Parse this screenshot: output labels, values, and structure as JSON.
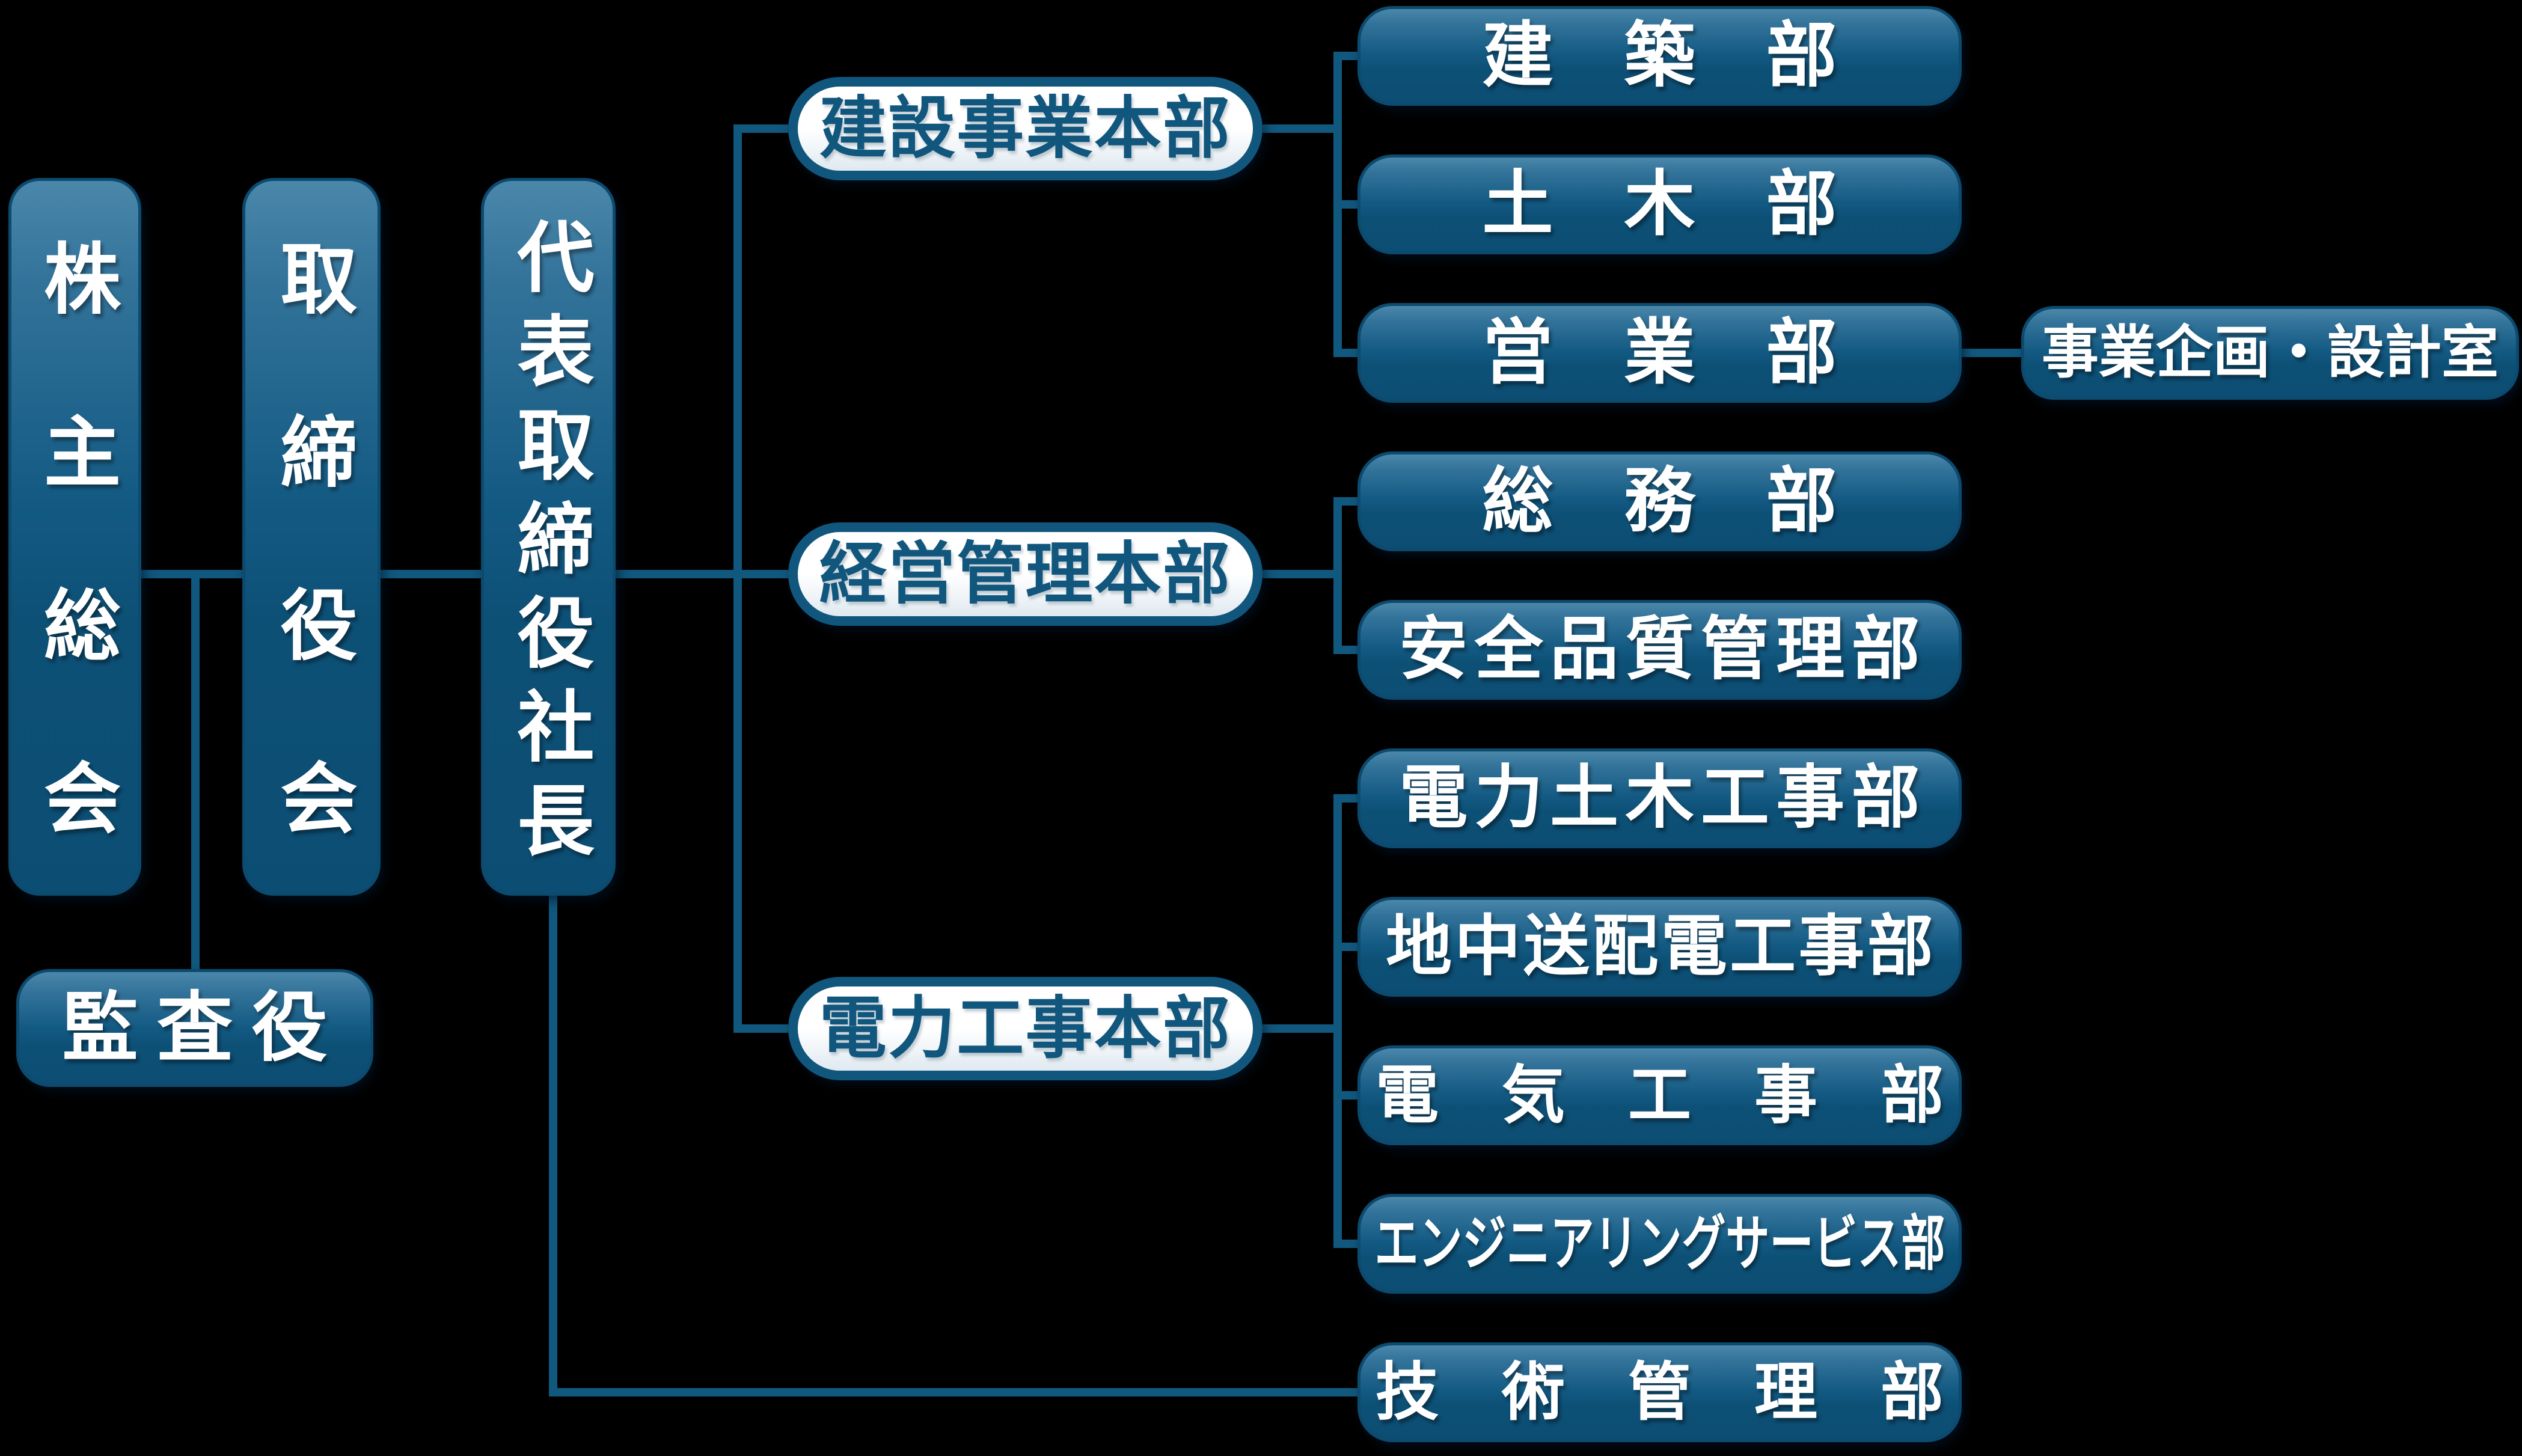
{
  "background_color": "#000000",
  "colors": {
    "node_fill_top": "#4a87aa",
    "node_fill_bottom": "#0c4d73",
    "node_border": "#0c4a6e",
    "node_text": "#ffffff",
    "pill_fill": "#ffffff",
    "pill_border": "#11567d",
    "pill_text": "#11567d",
    "connector": "#11587e"
  },
  "nodes": {
    "shareholders": {
      "label": "株主総会"
    },
    "board": {
      "label": "取締役会"
    },
    "president": {
      "label": "代表取締役社長"
    },
    "auditor": {
      "label": "監査役"
    }
  },
  "divisions": [
    {
      "label": "建設事業本部",
      "departments": [
        {
          "label": "建　築　部"
        },
        {
          "label": "土　木　部"
        },
        {
          "label": "営　業　部",
          "attached_office": {
            "label": "事業企画・設計室"
          }
        }
      ]
    },
    {
      "label": "経営管理本部",
      "departments": [
        {
          "label": "総　務　部"
        },
        {
          "label": "安全品質管理部"
        }
      ]
    },
    {
      "label": "電力工事本部",
      "departments": [
        {
          "label": "電力土木工事部"
        },
        {
          "label": "地中送配電工事部"
        },
        {
          "label": "電　気　工　事　部"
        },
        {
          "label": "エンジニアリングサービス部"
        }
      ]
    }
  ],
  "president_direct_department": {
    "label": "技　術　管　理　部"
  }
}
